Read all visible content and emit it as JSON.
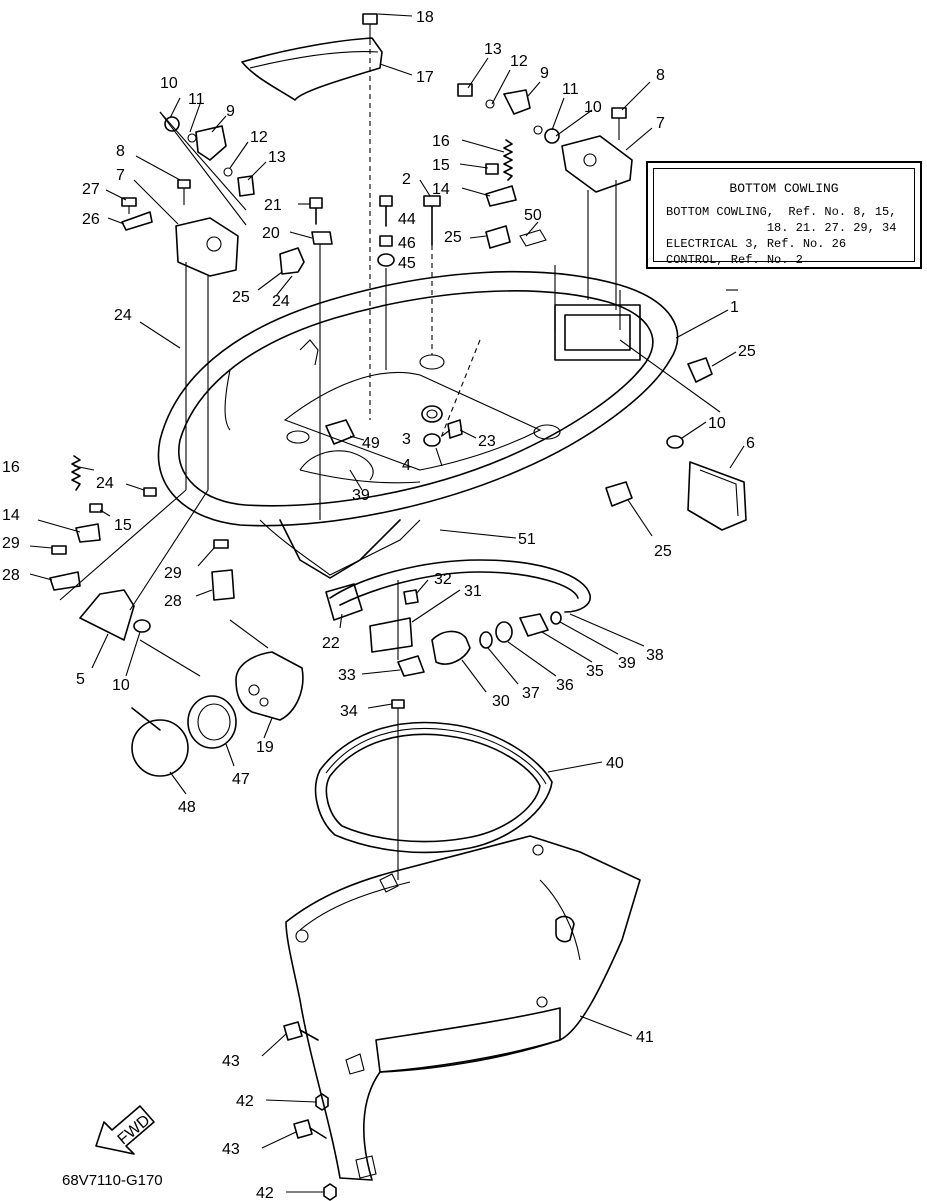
{
  "callouts": {
    "c1": "1",
    "c2": "2",
    "c3": "3",
    "c4": "4",
    "c5": "5",
    "c6": "6",
    "c7": "7",
    "c8": "8",
    "c9": "9",
    "c10": "10",
    "c11": "11",
    "c12": "12",
    "c13": "13",
    "c14": "14",
    "c15": "15",
    "c16": "16",
    "c17": "17",
    "c18": "18",
    "c19": "19",
    "c20": "20",
    "c21": "21",
    "c22": "22",
    "c23": "23",
    "c24": "24",
    "c25": "25",
    "c26": "26",
    "c27": "27",
    "c28": "28",
    "c29": "29",
    "c30": "30",
    "c31": "31",
    "c32": "32",
    "c33": "33",
    "c34": "34",
    "c35": "35",
    "c36": "36",
    "c37": "37",
    "c38": "38",
    "c39": "39",
    "c40": "40",
    "c41": "41",
    "c42": "42",
    "c43": "43",
    "c44": "44",
    "c45": "45",
    "c46": "46",
    "c47": "47",
    "c48": "48",
    "c49": "49",
    "c50": "50",
    "c51": "51"
  },
  "legend": {
    "title": "BOTTOM COWLING",
    "line1": "BOTTOM COWLING,  Ref. No. 8, 15,",
    "line2": "              18. 21. 27. 29, 34",
    "line3": "ELECTRICAL 3, Ref. No. 26",
    "line4": "CONTROL, Ref. No. 2"
  },
  "fwd_label": "FWD",
  "drawing_code": "68V7110-G170"
}
